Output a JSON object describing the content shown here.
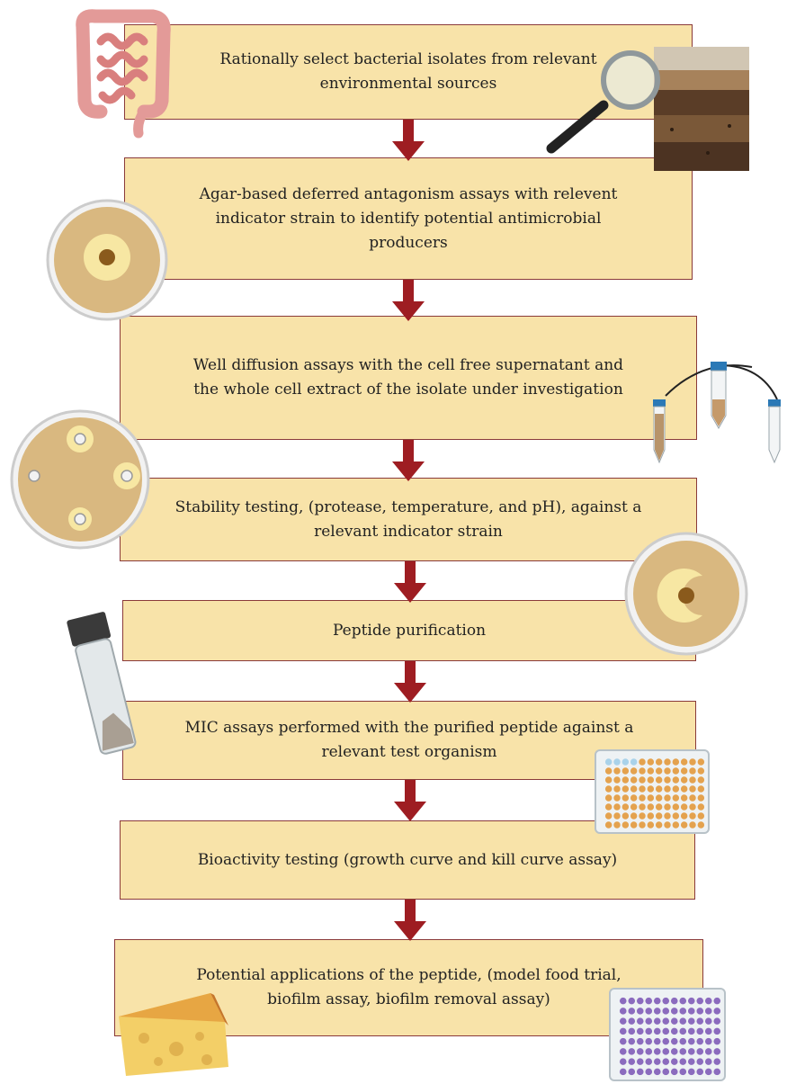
{
  "colors": {
    "box_fill": "#f8e3a9",
    "box_border": "#8a3a3a",
    "arrow": "#9e1d22",
    "agar": "#d9b880",
    "halo": "#f7e7a3",
    "colony": "#8a5a1c"
  },
  "icons": {
    "step1": [
      "intestine-icon",
      "magnifier-icon",
      "soil-layers-icon"
    ],
    "step2": [
      "petri-dish-zone-icon"
    ],
    "step3": [
      "centrifuge-tube-icon"
    ],
    "step4": [
      "petri-dish-wells-icon",
      "petri-dish-crescent-icon"
    ],
    "step5": [
      "vial-icon"
    ],
    "step6": [
      "well-plate-icon"
    ],
    "step7": [],
    "step8": [
      "cheese-icon",
      "well-plate-purple-icon"
    ]
  },
  "steps": [
    {
      "lines": [
        "Rationally select bacterial isolates from relevant",
        "environmental sources"
      ]
    },
    {
      "lines": [
        "Agar-based deferred antagonism assays with relevent",
        "indicator strain to identify potential antimicrobial",
        "producers"
      ]
    },
    {
      "lines": [
        "Well diffusion assays with the cell free supernatant and",
        "the whole cell extract of the isolate under investigation"
      ]
    },
    {
      "lines": [
        "Stability testing, (protease, temperature, and pH), against a",
        "relevant indicator strain"
      ]
    },
    {
      "lines": [
        "Peptide purification"
      ]
    },
    {
      "lines": [
        "MIC assays performed with the purified peptide against a",
        "relevant test organism"
      ]
    },
    {
      "lines": [
        "Bioactivity testing (growth curve and kill curve assay)"
      ]
    },
    {
      "lines": [
        "Potential applications of the peptide, (model food trial,",
        "biofilm assay, biofilm removal assay)"
      ]
    }
  ]
}
